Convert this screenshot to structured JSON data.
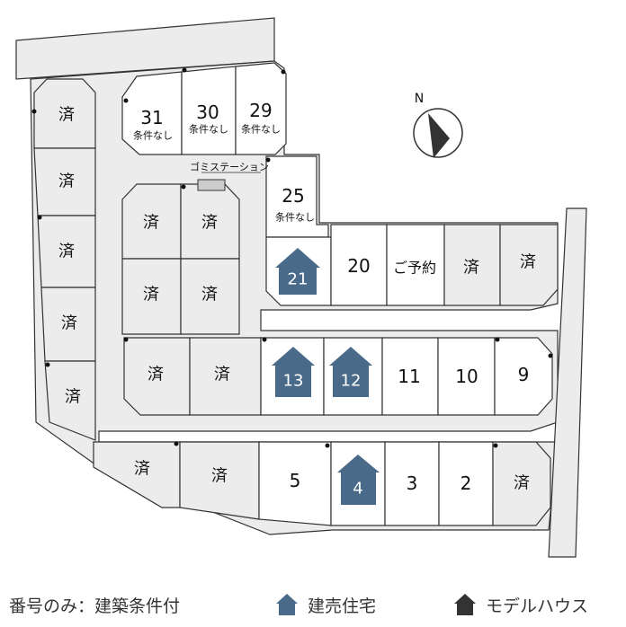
{
  "compass": {
    "north_label": "N"
  },
  "garbage_station": {
    "label": "ゴミステーション"
  },
  "sold_label": "済",
  "lots": [
    {
      "id": "31",
      "label": "31",
      "sub": "条件なし",
      "status": "open"
    },
    {
      "id": "30",
      "label": "30",
      "sub": "条件なし",
      "status": "open"
    },
    {
      "id": "29",
      "label": "29",
      "sub": "条件なし",
      "status": "open"
    },
    {
      "id": "25",
      "label": "25",
      "sub": "条件なし",
      "status": "open"
    },
    {
      "id": "21",
      "label": "21",
      "sub": "",
      "status": "house"
    },
    {
      "id": "20",
      "label": "20",
      "sub": "",
      "status": "open"
    },
    {
      "id": "reserved",
      "label": "ご予約",
      "sub": "",
      "status": "reserved"
    },
    {
      "id": "13",
      "label": "13",
      "sub": "",
      "status": "house"
    },
    {
      "id": "12",
      "label": "12",
      "sub": "",
      "status": "house"
    },
    {
      "id": "11",
      "label": "11",
      "sub": "",
      "status": "open"
    },
    {
      "id": "10",
      "label": "10",
      "sub": "",
      "status": "open"
    },
    {
      "id": "9",
      "label": "9",
      "sub": "",
      "status": "open"
    },
    {
      "id": "5",
      "label": "5",
      "sub": "",
      "status": "open"
    },
    {
      "id": "4",
      "label": "4",
      "sub": "",
      "status": "house"
    },
    {
      "id": "3",
      "label": "3",
      "sub": "",
      "status": "open"
    },
    {
      "id": "2",
      "label": "2",
      "sub": "",
      "status": "open"
    }
  ],
  "legend": {
    "number_only": "番号のみ：建築条件付",
    "for_sale_house": "建売住宅",
    "model_house": "モデルハウス"
  },
  "colors": {
    "sold_fill": "#ececec",
    "house_blue": "#4a6a8a",
    "model_black": "#333333",
    "road": "#ececec"
  }
}
